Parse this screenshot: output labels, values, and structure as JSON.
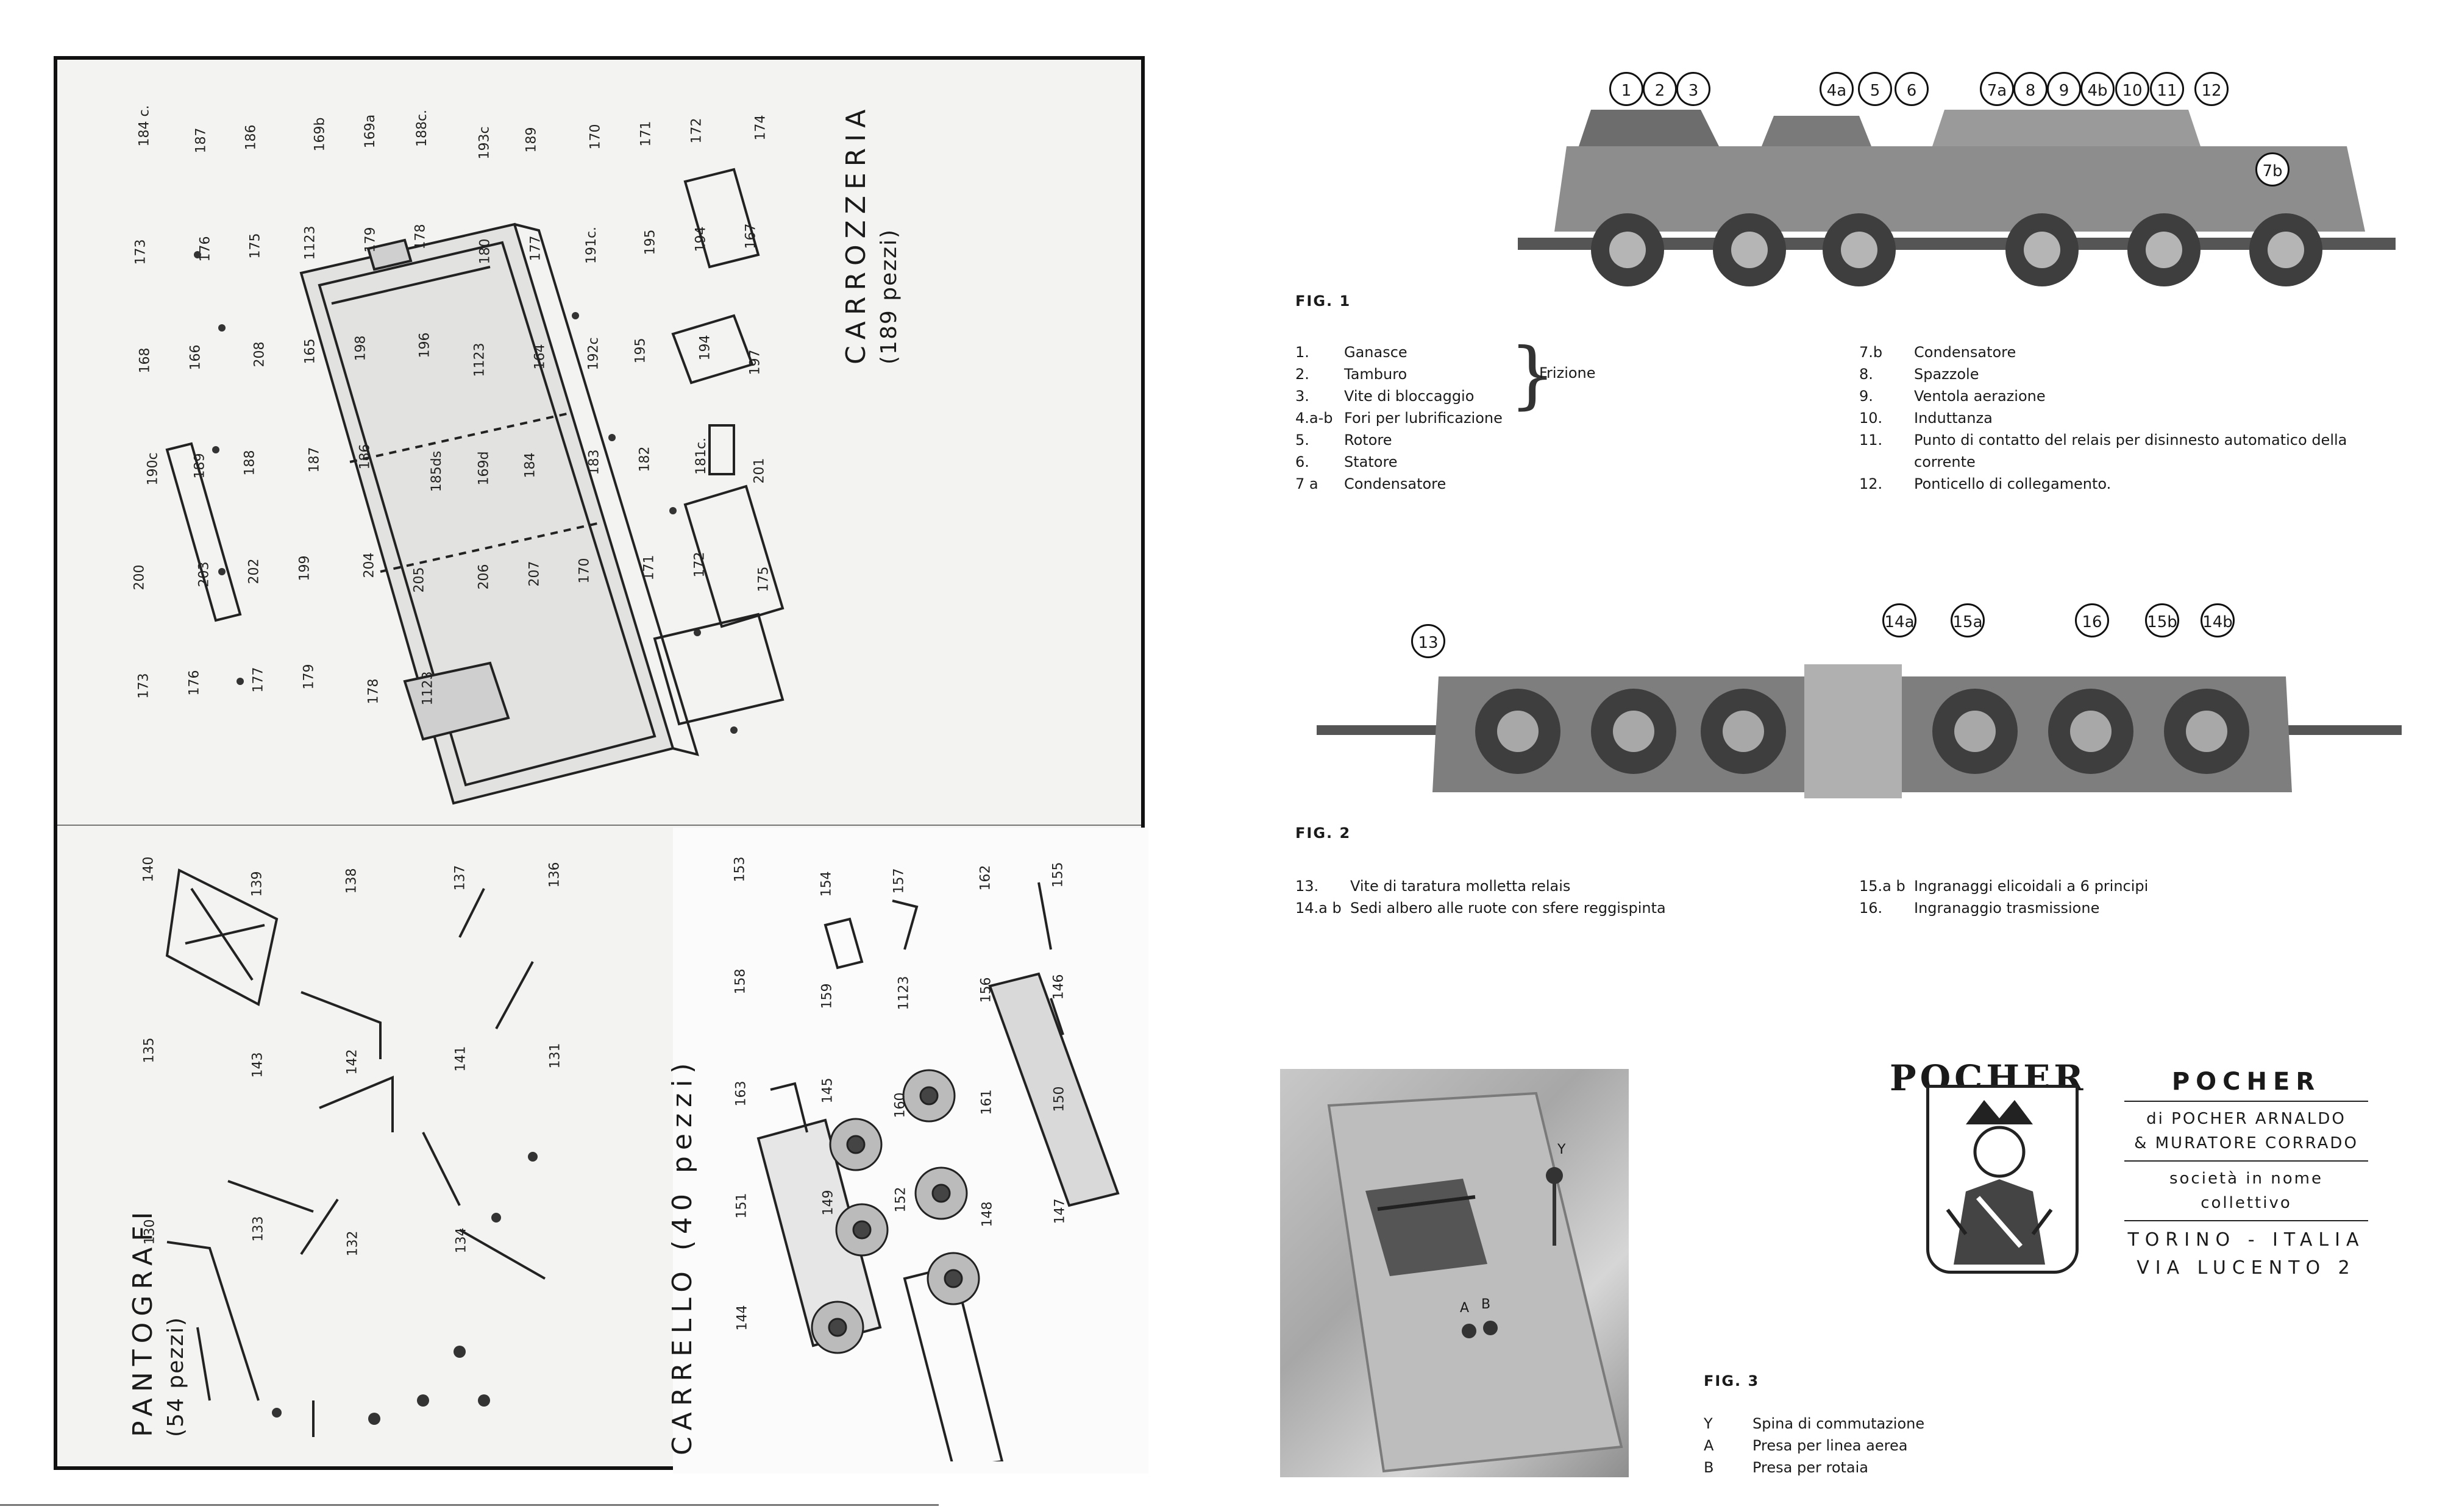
{
  "left_sheet": {
    "carrozzeria": {
      "title": "CARROZZERIA",
      "count": "(189 pezzi)"
    },
    "pantografi": {
      "title": "PANTOGRAFI",
      "count": "(54 pezzi)"
    },
    "carrello": {
      "title": "CARRELLO (40 pezzi)"
    },
    "part_numbers_carrozzeria": [
      "184 c.",
      "187",
      "186",
      "169b",
      "169a",
      "188c.",
      "193c",
      "189",
      "170",
      "171",
      "172",
      "174",
      "173",
      "176",
      "175",
      "1123",
      "179",
      "178",
      "180",
      "177",
      "191c.",
      "195",
      "194",
      "167",
      "168",
      "166",
      "208",
      "165",
      "198",
      "196",
      "1123",
      "164",
      "192c",
      "195",
      "194",
      "197",
      "190c",
      "189",
      "188",
      "187",
      "186",
      "185ds",
      "169d",
      "184",
      "183",
      "182",
      "181c.",
      "201",
      "200",
      "203",
      "202",
      "199",
      "204",
      "205",
      "206",
      "207",
      "170",
      "171",
      "172",
      "175",
      "173",
      "176",
      "177",
      "179",
      "178",
      "1123"
    ],
    "part_numbers_pantografi": [
      "140",
      "139",
      "138",
      "137",
      "136",
      "135",
      "143",
      "142",
      "141",
      "131",
      "130",
      "133",
      "132",
      "134"
    ],
    "part_numbers_carrello": [
      "153",
      "154",
      "157",
      "162",
      "155",
      "158",
      "159",
      "1123",
      "156",
      "146",
      "163",
      "145",
      "160",
      "161",
      "150",
      "151",
      "149",
      "152",
      "148",
      "147",
      "144"
    ]
  },
  "fig1": {
    "label": "FIG. 1",
    "callouts": [
      "1",
      "2",
      "3",
      "4a",
      "5",
      "6",
      "7a",
      "8",
      "9",
      "4b",
      "10",
      "11",
      "12",
      "7b"
    ],
    "legend_left": [
      {
        "num": "1.",
        "text": "Ganasce"
      },
      {
        "num": "2.",
        "text": "Tamburo"
      },
      {
        "num": "3.",
        "text": "Vite di bloccaggio"
      },
      {
        "num": "4.a-b",
        "text": "Fori per lubrificazione"
      },
      {
        "num": "5.",
        "text": "Rotore"
      },
      {
        "num": "6.",
        "text": "Statore"
      },
      {
        "num": "7 a",
        "text": "Condensatore"
      }
    ],
    "frizione": "Frizione",
    "legend_right": [
      {
        "num": "7.b",
        "text": "Condensatore"
      },
      {
        "num": "8.",
        "text": "Spazzole"
      },
      {
        "num": "9.",
        "text": "Ventola aerazione"
      },
      {
        "num": "10.",
        "text": "Induttanza"
      },
      {
        "num": "11.",
        "text": "Punto di contatto del relais per disinnesto automatico della"
      },
      {
        "num": "",
        "text": "corrente"
      },
      {
        "num": "12.",
        "text": "Ponticello di collegamento."
      }
    ]
  },
  "fig2": {
    "label": "FIG. 2",
    "callouts": [
      "13",
      "14a",
      "15a",
      "16",
      "15b",
      "14b"
    ],
    "legend_left": [
      {
        "num": "13.",
        "text": "Vite di taratura molletta relais"
      },
      {
        "num": "14.a b",
        "text": "Sedi albero alle ruote con sfere reggispinta"
      }
    ],
    "legend_right": [
      {
        "num": "15.a b",
        "text": "Ingranaggi elicoidali a 6 principi"
      },
      {
        "num": "16.",
        "text": "Ingranaggio trasmissione"
      }
    ]
  },
  "fig3": {
    "label": "FIG. 3",
    "photo_labels": [
      "Y",
      "A",
      "B"
    ],
    "legend": [
      {
        "num": "Y",
        "text": "Spina di commutazione"
      },
      {
        "num": "A",
        "text": "Presa per linea aerea"
      },
      {
        "num": "B",
        "text": "Presa per rotaia"
      }
    ]
  },
  "company": {
    "logo_word": "POCHER",
    "name": "POCHER",
    "line1": "di POCHER ARNALDO",
    "line2": "& MURATORE CORRADO",
    "line3": "società in nome collettivo",
    "city": "TORINO - ITALIA",
    "street": "VIA LUCENTO 2"
  }
}
